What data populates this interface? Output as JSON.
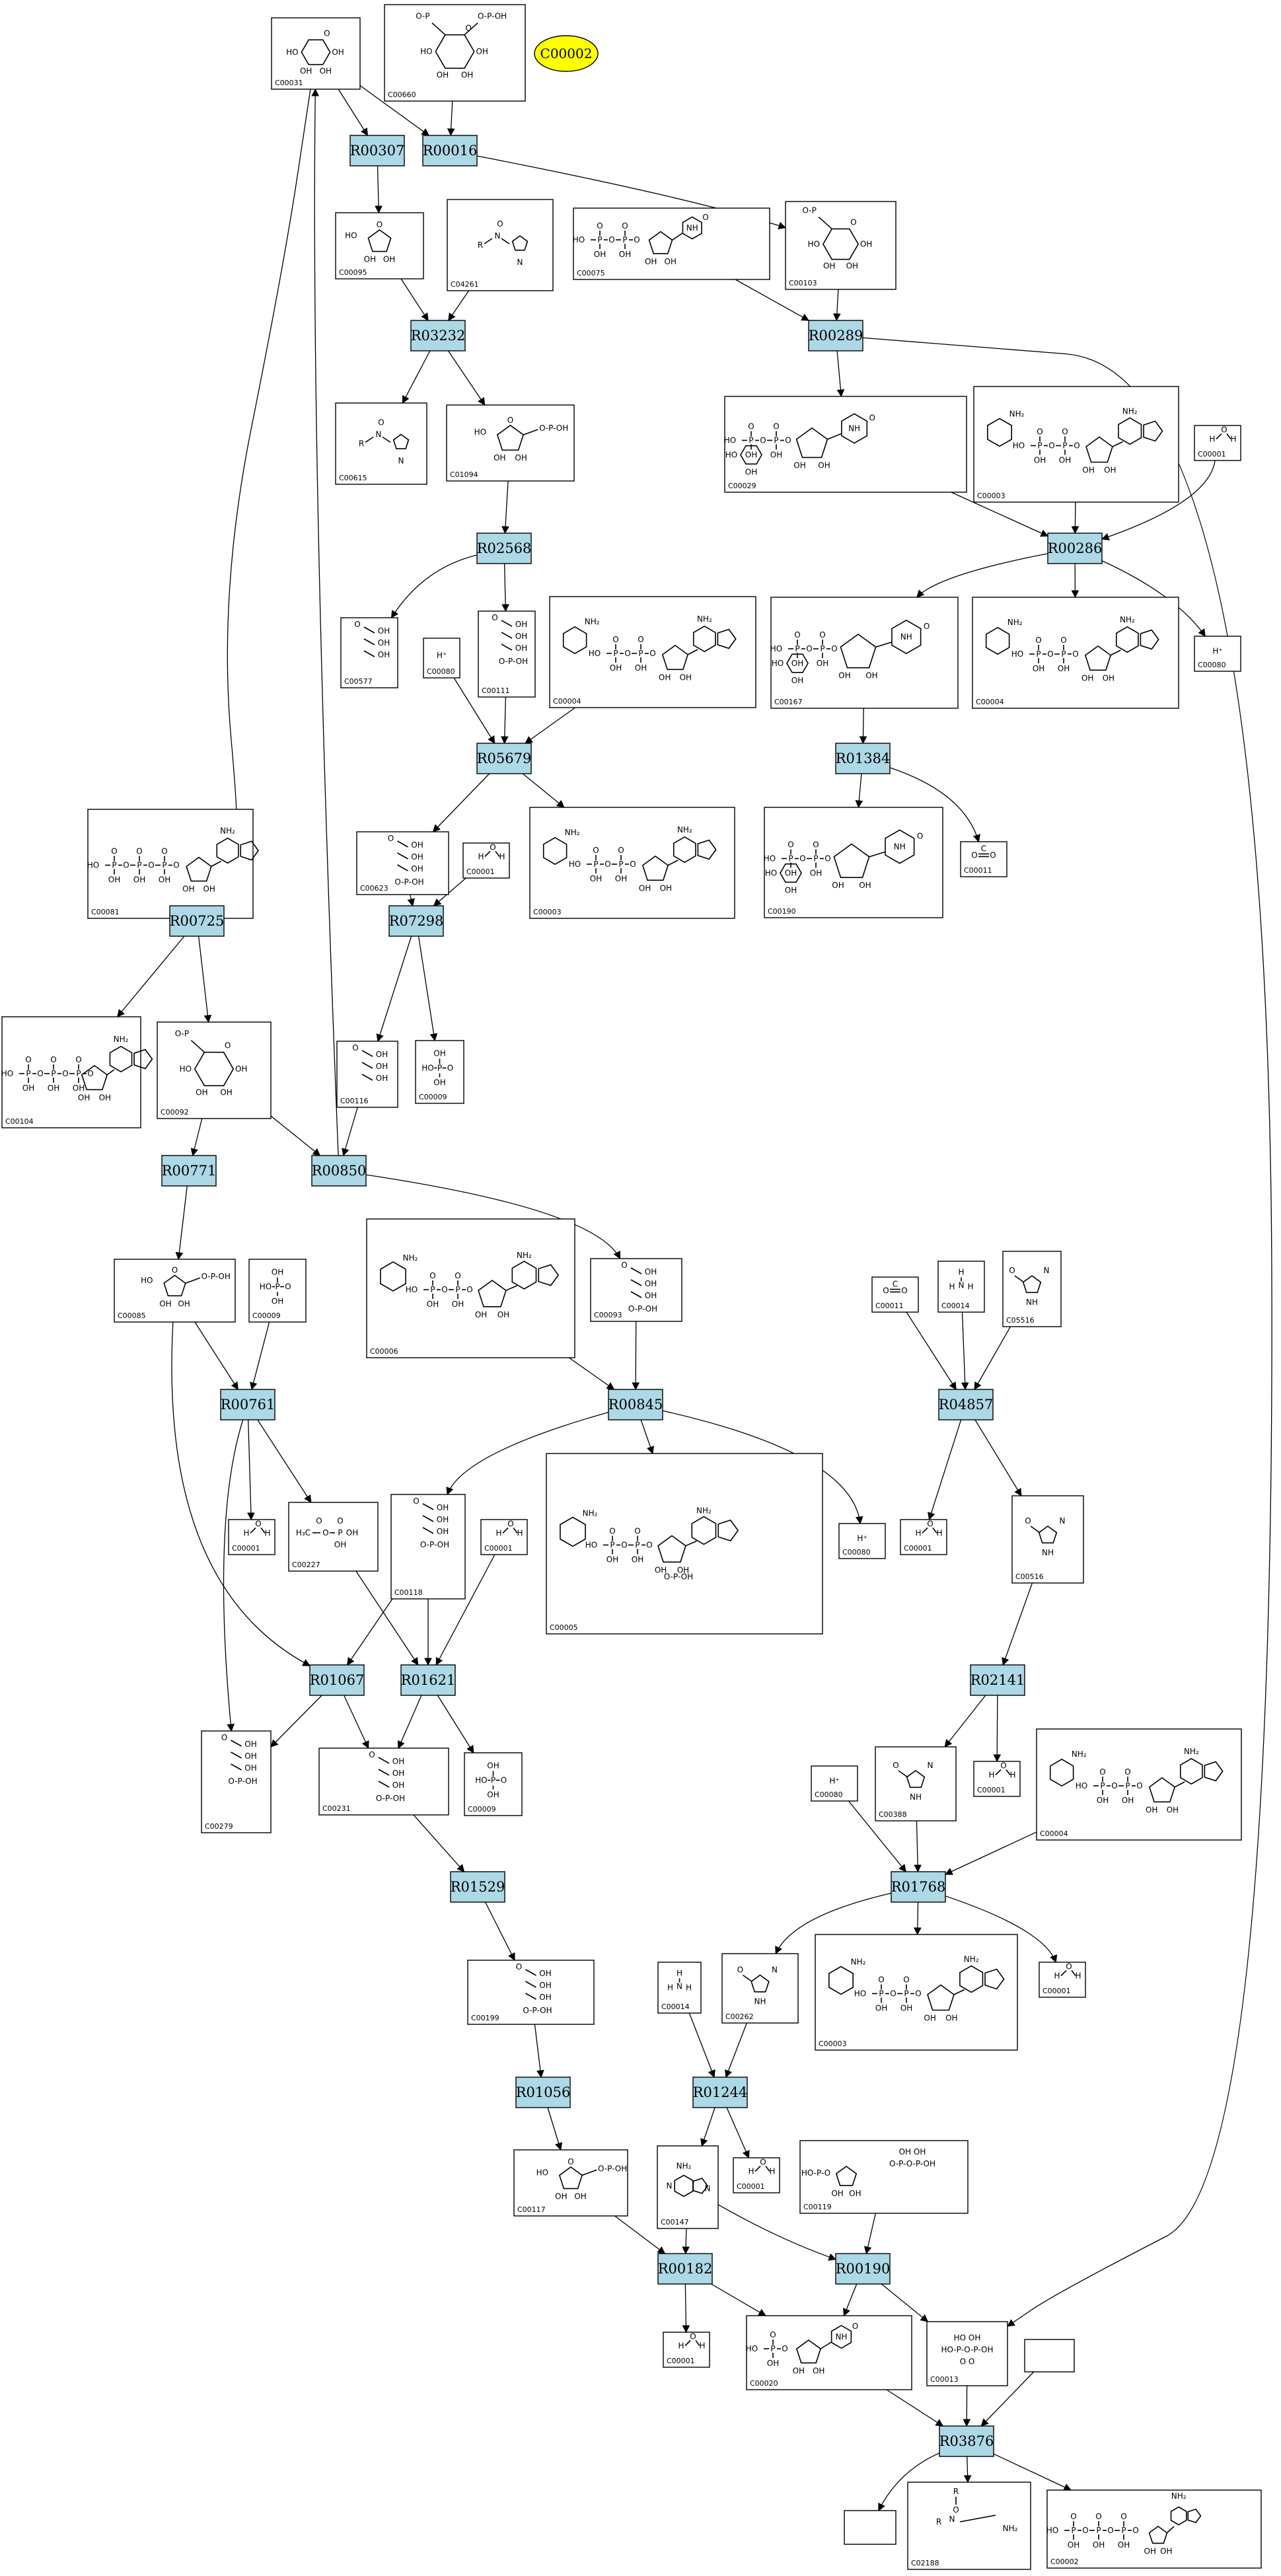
{
  "legend": {
    "label": "C00002",
    "color": "#ffff00"
  },
  "colors": {
    "reaction": "#add8e6",
    "compound": "#ffffff",
    "edge": "#000000"
  },
  "reactions": [
    {
      "id": "R00307"
    },
    {
      "id": "R00016"
    },
    {
      "id": "R03232"
    },
    {
      "id": "R00289"
    },
    {
      "id": "R00286"
    },
    {
      "id": "R02568"
    },
    {
      "id": "R05679"
    },
    {
      "id": "R01384"
    },
    {
      "id": "R00725"
    },
    {
      "id": "R07298"
    },
    {
      "id": "R00771"
    },
    {
      "id": "R00850"
    },
    {
      "id": "R00761"
    },
    {
      "id": "R00845"
    },
    {
      "id": "R04857"
    },
    {
      "id": "R01067"
    },
    {
      "id": "R01621"
    },
    {
      "id": "R02141"
    },
    {
      "id": "R01529"
    },
    {
      "id": "R01768"
    },
    {
      "id": "R01056"
    },
    {
      "id": "R01244"
    },
    {
      "id": "R00182"
    },
    {
      "id": "R00190"
    },
    {
      "id": "R03876"
    }
  ],
  "compounds": [
    {
      "key": "c00031_top",
      "label": "C00031"
    },
    {
      "key": "c00660",
      "label": "C00660"
    },
    {
      "key": "c00095",
      "label": "C00095"
    },
    {
      "key": "c04261",
      "label": "C04261"
    },
    {
      "key": "c00075",
      "label": "C00075"
    },
    {
      "key": "c00103",
      "label": "C00103"
    },
    {
      "key": "c00615",
      "label": "C00615"
    },
    {
      "key": "c01094",
      "label": "C01094"
    },
    {
      "key": "c00029",
      "label": "C00029"
    },
    {
      "key": "c00003_a",
      "label": "C00003"
    },
    {
      "key": "c00001_a",
      "label": "C00001"
    },
    {
      "key": "c00577",
      "label": "C00577"
    },
    {
      "key": "c00080_a",
      "label": "C00080"
    },
    {
      "key": "c00111",
      "label": "C00111"
    },
    {
      "key": "c00004_a",
      "label": "C00004"
    },
    {
      "key": "c00167",
      "label": "C00167"
    },
    {
      "key": "c00004_b",
      "label": "C00004"
    },
    {
      "key": "c00080_b",
      "label": "C00080"
    },
    {
      "key": "c00081",
      "label": "C00081"
    },
    {
      "key": "c00623",
      "label": "C00623"
    },
    {
      "key": "c00001_b",
      "label": "C00001"
    },
    {
      "key": "c00003_b",
      "label": "C00003"
    },
    {
      "key": "c00190",
      "label": "C00190"
    },
    {
      "key": "c00011_a",
      "label": "C00011"
    },
    {
      "key": "c00104",
      "label": "C00104"
    },
    {
      "key": "c00092",
      "label": "C00092"
    },
    {
      "key": "c00116",
      "label": "C00116"
    },
    {
      "key": "c00009_a",
      "label": "C00009"
    },
    {
      "key": "c00085",
      "label": "C00085"
    },
    {
      "key": "c00009_b",
      "label": "C00009"
    },
    {
      "key": "c00006",
      "label": "C00006"
    },
    {
      "key": "c00093",
      "label": "C00093"
    },
    {
      "key": "c00011_b",
      "label": "C00011"
    },
    {
      "key": "c00014_a",
      "label": "C00014"
    },
    {
      "key": "c05516",
      "label": "C05516"
    },
    {
      "key": "c00001_c",
      "label": "C00001"
    },
    {
      "key": "c00227",
      "label": "C00227"
    },
    {
      "key": "c00118",
      "label": "C00118"
    },
    {
      "key": "c00001_d",
      "label": "C00001"
    },
    {
      "key": "c00005",
      "label": "C00005"
    },
    {
      "key": "c00080_c",
      "label": "C00080"
    },
    {
      "key": "c00001_e",
      "label": "C00001"
    },
    {
      "key": "c00516",
      "label": "C00516"
    },
    {
      "key": "c00279",
      "label": "C00279"
    },
    {
      "key": "c00231",
      "label": "C00231"
    },
    {
      "key": "c00009_c",
      "label": "C00009"
    },
    {
      "key": "c00080_d",
      "label": "C00080"
    },
    {
      "key": "c00388",
      "label": "C00388"
    },
    {
      "key": "c00001_f",
      "label": "C00001"
    },
    {
      "key": "c00004_c",
      "label": "C00004"
    },
    {
      "key": "c00199",
      "label": "C00199"
    },
    {
      "key": "c00014_b",
      "label": "C00014"
    },
    {
      "key": "c00262",
      "label": "C00262"
    },
    {
      "key": "c00003_c",
      "label": "C00003"
    },
    {
      "key": "c00001_g",
      "label": "C00001"
    },
    {
      "key": "c00117",
      "label": "C00117"
    },
    {
      "key": "c00147",
      "label": "C00147"
    },
    {
      "key": "c00001_h",
      "label": "C00001"
    },
    {
      "key": "c00119",
      "label": "C00119"
    },
    {
      "key": "c00001_i",
      "label": "C00001"
    },
    {
      "key": "c00020",
      "label": "C00020"
    },
    {
      "key": "c00013",
      "label": "C00013"
    },
    {
      "key": "c_empty_a",
      "label": ""
    },
    {
      "key": "c_empty_b",
      "label": ""
    },
    {
      "key": "c02188",
      "label": "C02188"
    },
    {
      "key": "c00002",
      "label": "C00002"
    }
  ]
}
